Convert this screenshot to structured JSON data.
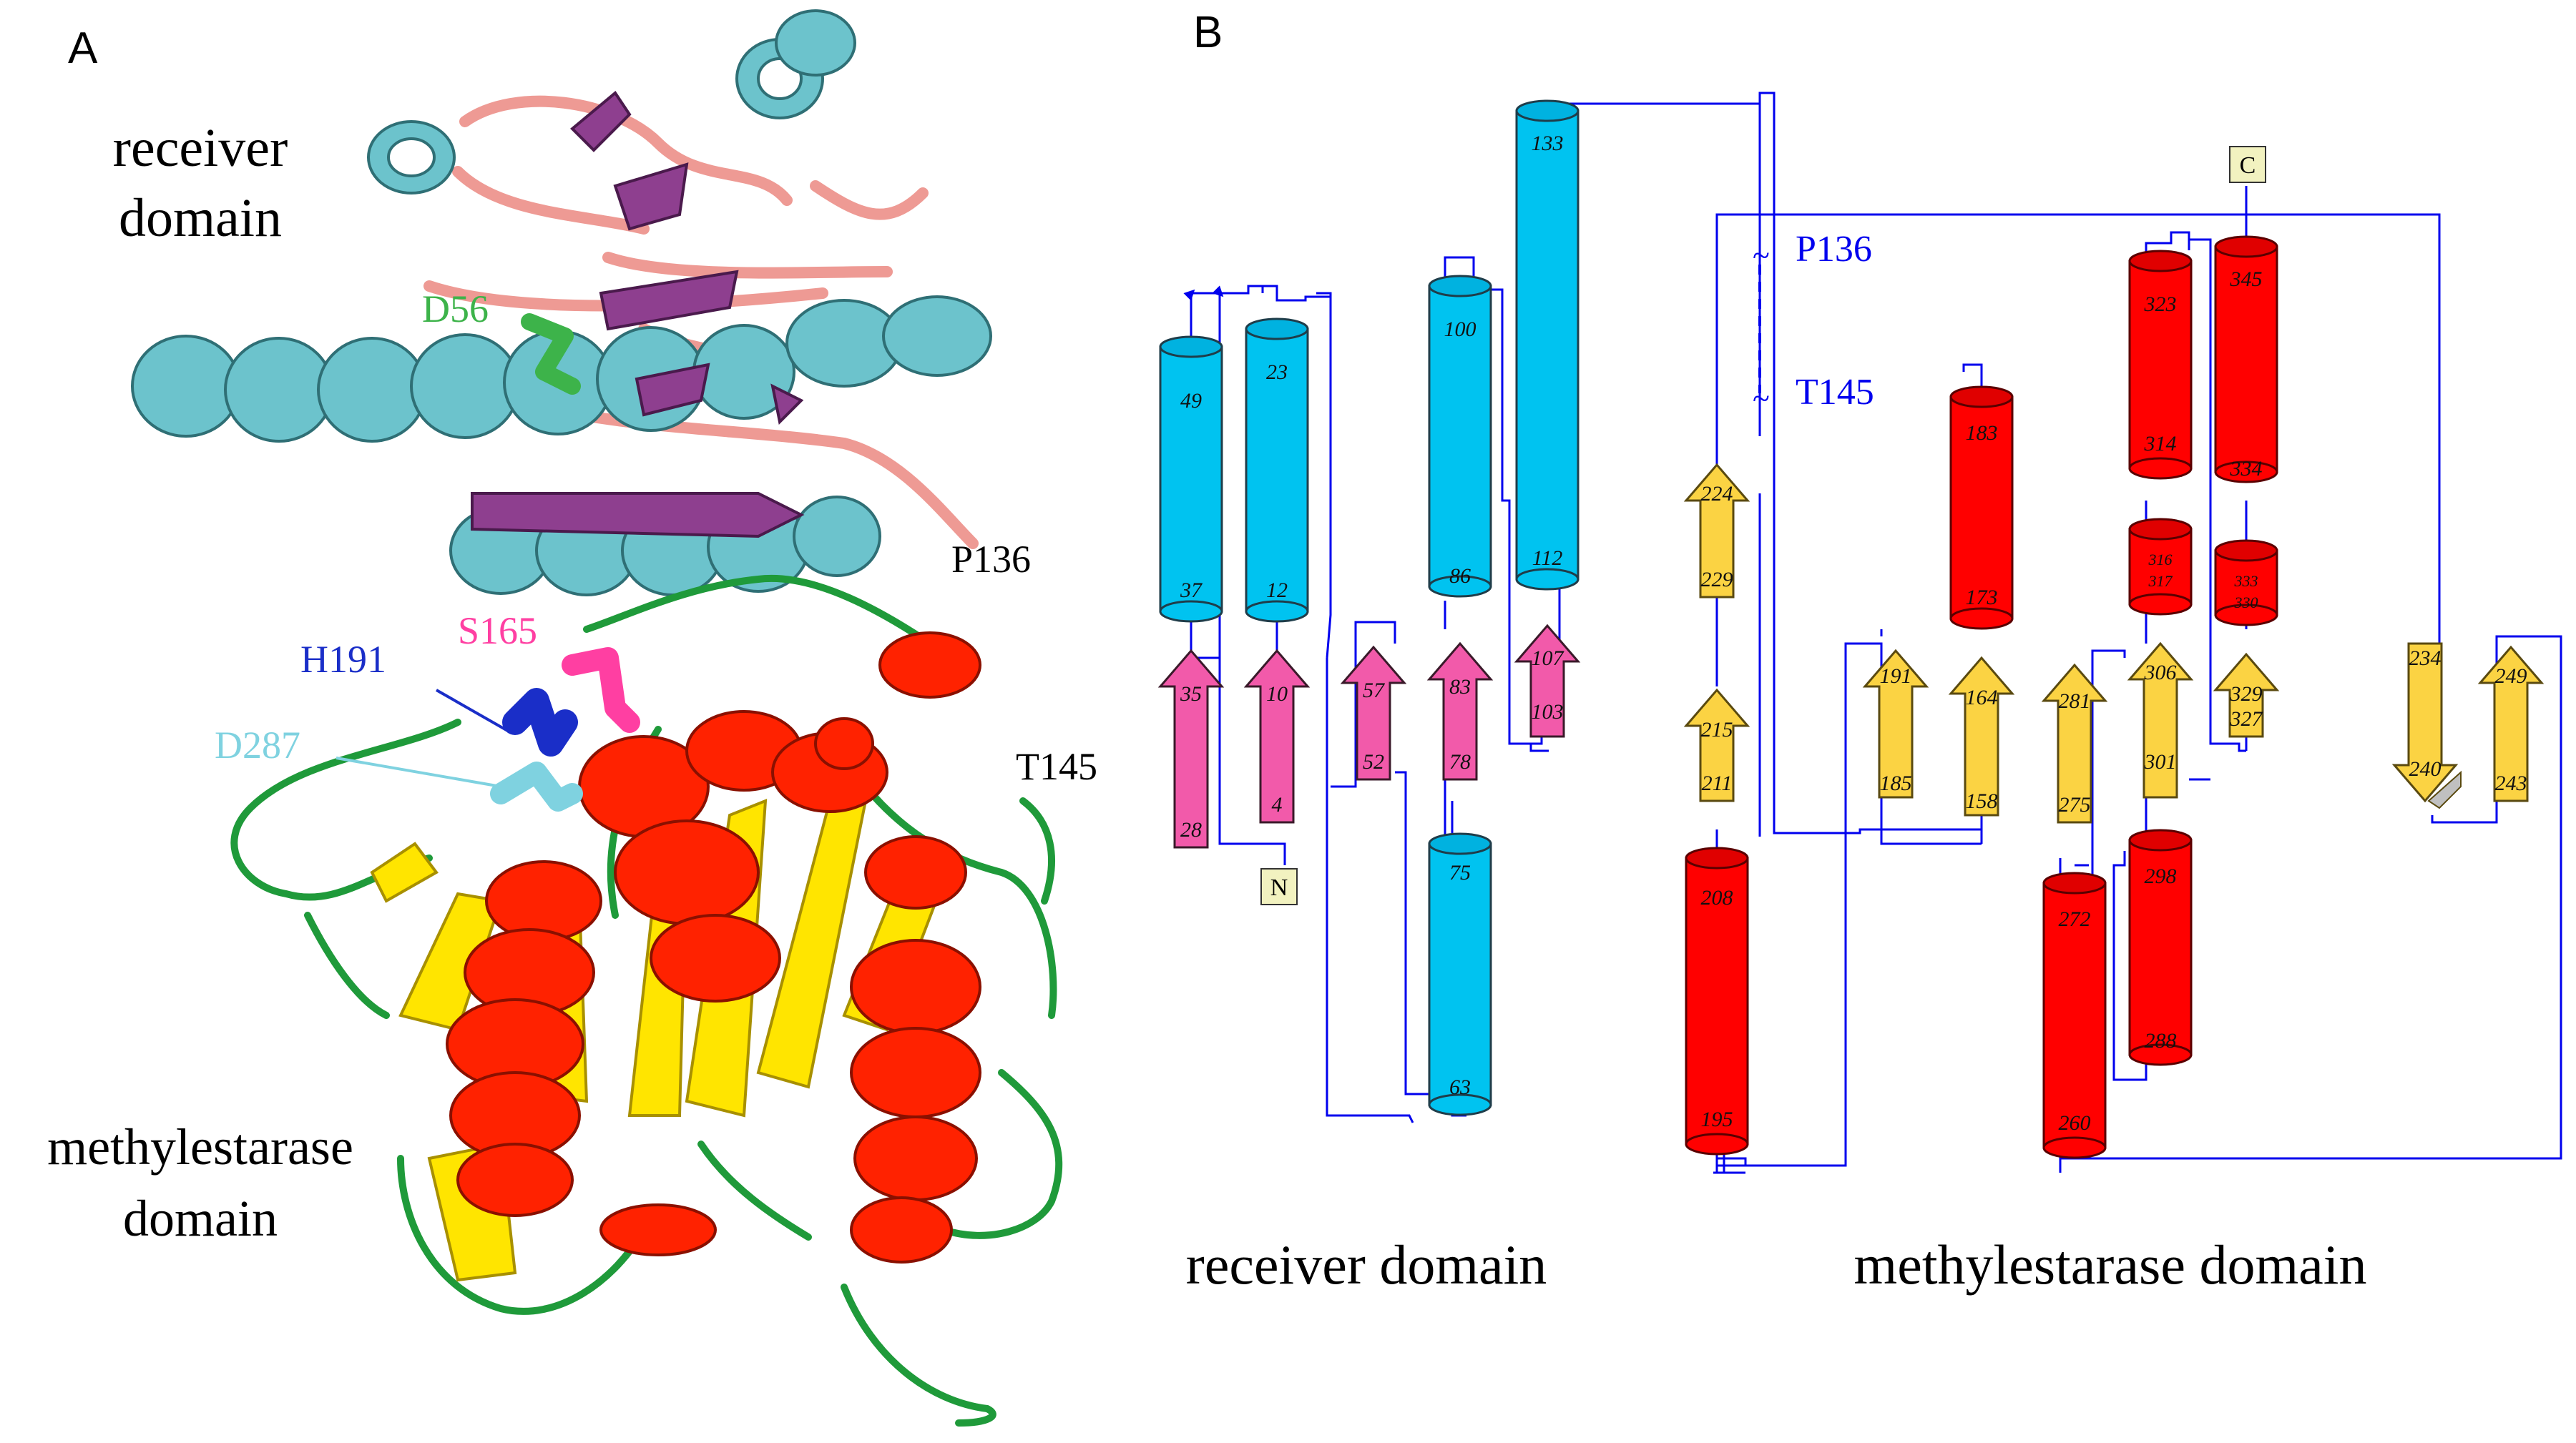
{
  "panels": {
    "a": "A",
    "b": "B"
  },
  "panel_a": {
    "labels": {
      "receiver_line1": "receiver",
      "receiver_line2": "domain",
      "methyl_line1": "methylestarase",
      "methyl_line2": "domain",
      "d56": "D56",
      "p136": "P136",
      "s165": "S165",
      "h191": "H191",
      "d287": "D287",
      "t145": "T145"
    },
    "colors": {
      "helix_receiver": "#6cc3cc",
      "strand_receiver": "#8e3f8f",
      "loop_receiver": "#ee9a94",
      "helix_methyl": "#ff2200",
      "strand_methyl": "#ffe500",
      "loop_methyl": "#1f9a3a",
      "d56": "#3db34a",
      "s165": "#ff3fa2",
      "h191": "#1a2ec8",
      "d287": "#7fd2e0"
    }
  },
  "panel_b": {
    "caption_receiver": "receiver  domain",
    "caption_methyl": "methylestarase  domain",
    "terminal_n": "N",
    "terminal_c": "C",
    "break_p136": "P136",
    "break_t145": "T145",
    "colors": {
      "helix_receiver": "#00c3f0",
      "strand_receiver": "#f25aaa",
      "helix_methyl": "#ff0000",
      "strand_methyl": "#fbd343",
      "connection": "#0000ee",
      "terminal_box": "#f2f2c0"
    },
    "strands": [
      {
        "top": "35",
        "bottom": "28",
        "domain": "receiver",
        "dir": "up"
      },
      {
        "top": "10",
        "bottom": "4",
        "domain": "receiver",
        "dir": "up"
      },
      {
        "top": "57",
        "bottom": "52",
        "domain": "receiver",
        "dir": "up"
      },
      {
        "top": "83",
        "bottom": "78",
        "domain": "receiver",
        "dir": "up"
      },
      {
        "top": "107",
        "bottom": "103",
        "domain": "receiver",
        "dir": "up"
      },
      {
        "top": "224",
        "bottom": "229",
        "domain": "methyl",
        "dir": "up"
      },
      {
        "top": "215",
        "bottom": "211",
        "domain": "methyl",
        "dir": "up"
      },
      {
        "top": "191",
        "bottom": "185",
        "domain": "methyl",
        "dir": "up"
      },
      {
        "top": "164",
        "bottom": "158",
        "domain": "methyl",
        "dir": "up"
      },
      {
        "top": "281",
        "bottom": "275",
        "domain": "methyl",
        "dir": "up"
      },
      {
        "top": "306",
        "bottom": "301",
        "domain": "methyl",
        "dir": "up"
      },
      {
        "top": "329",
        "bottom": "327",
        "domain": "methyl",
        "dir": "up"
      },
      {
        "top": "234",
        "bottom": "240",
        "domain": "methyl",
        "dir": "down"
      },
      {
        "top": "249",
        "bottom": "243",
        "domain": "methyl",
        "dir": "up"
      }
    ],
    "helices": [
      {
        "top": "49",
        "bottom": "37",
        "domain": "receiver"
      },
      {
        "top": "23",
        "bottom": "12",
        "domain": "receiver"
      },
      {
        "top": "75",
        "bottom": "63",
        "domain": "receiver"
      },
      {
        "top": "100",
        "bottom": "86",
        "domain": "receiver"
      },
      {
        "top": "133",
        "bottom": "112",
        "domain": "receiver"
      },
      {
        "top": "208",
        "bottom": "195",
        "domain": "methyl"
      },
      {
        "top": "183",
        "bottom": "173",
        "domain": "methyl"
      },
      {
        "top": "272",
        "bottom": "260",
        "domain": "methyl"
      },
      {
        "top": "298",
        "bottom": "288",
        "domain": "methyl"
      },
      {
        "top": "323",
        "bottom": "314",
        "domain": "methyl"
      },
      {
        "top": "316",
        "bottom": "317",
        "domain": "methyl"
      },
      {
        "top": "345",
        "bottom": "334",
        "domain": "methyl"
      },
      {
        "top": "333",
        "bottom": "330",
        "domain": "methyl"
      }
    ]
  }
}
